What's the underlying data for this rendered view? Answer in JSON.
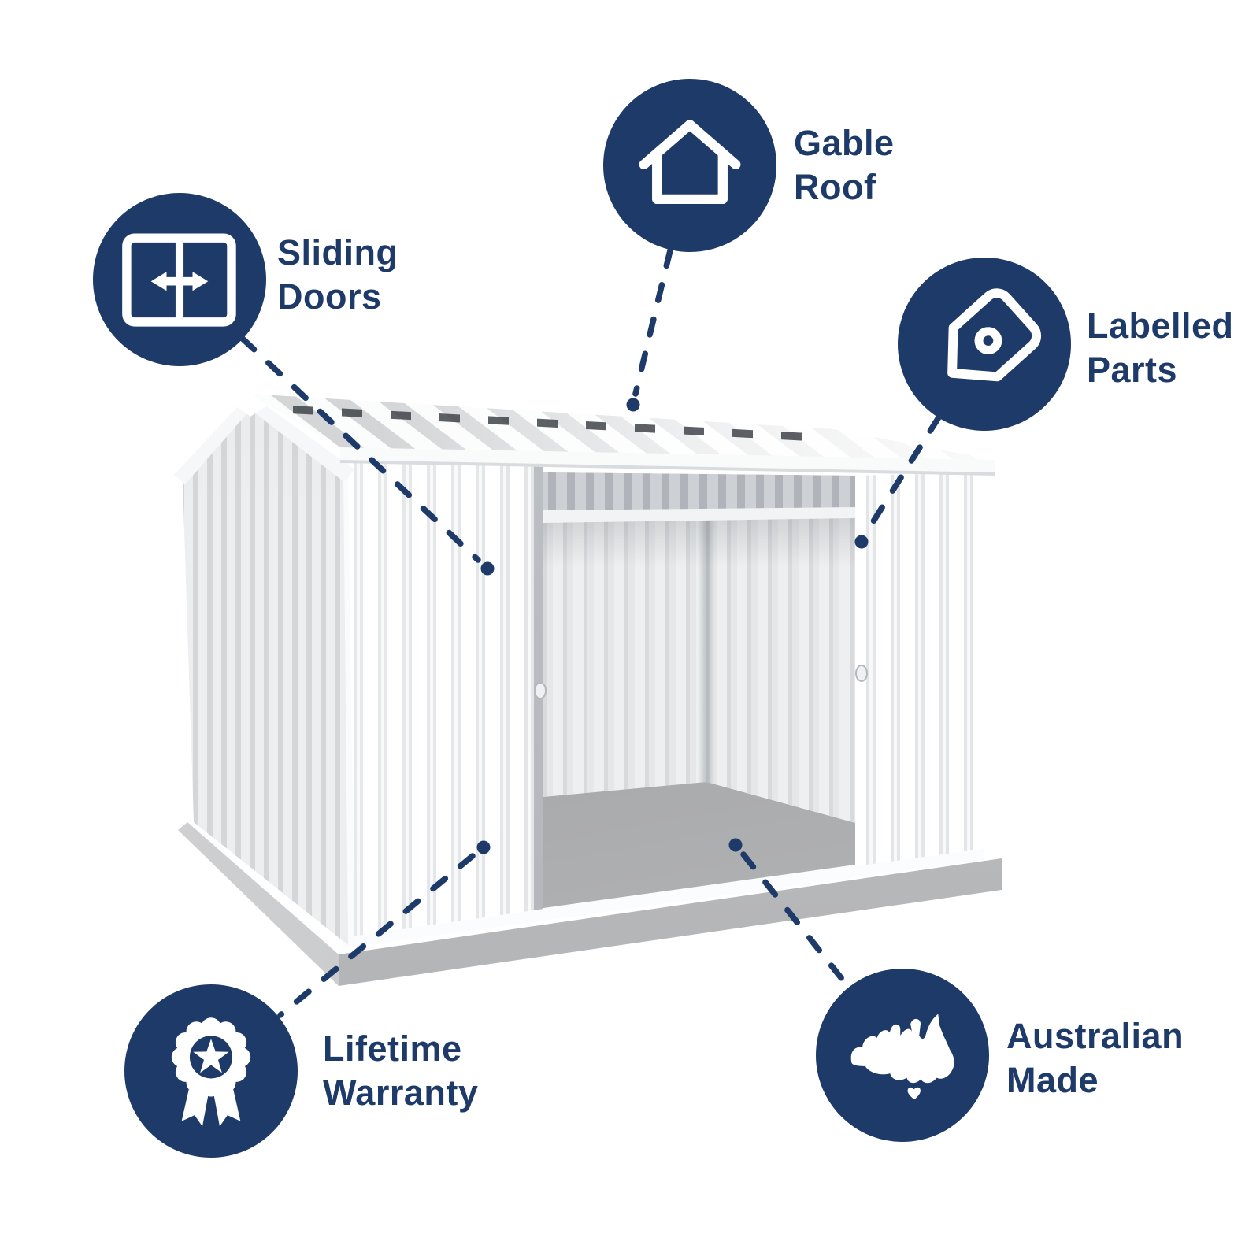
{
  "title": "Garden shed feature infographic",
  "colors": {
    "navy": "#1e3a69",
    "background": "#ffffff",
    "shed_panel_white": "#ffffff",
    "shed_panel_shade": "#d6d8da",
    "interior_floor_grey": "#9c9da0",
    "slab_grey": "#bfc0c2"
  },
  "features": [
    {
      "label": "Sliding\nDoors",
      "icon": "sliding-doors-icon"
    },
    {
      "label": "Gable\nRoof",
      "icon": "gable-roof-icon"
    },
    {
      "label": "Labelled\nParts",
      "icon": "tag-icon"
    },
    {
      "label": "Lifetime\nWarranty",
      "icon": "award-ribbon-icon"
    },
    {
      "label": "Australian\nMade",
      "icon": "australia-map-icon"
    }
  ],
  "illustration": {
    "description": "White corrugated-steel garden shed with gable roof, open sliding doors showing grey concrete floor, on a concrete slab"
  }
}
